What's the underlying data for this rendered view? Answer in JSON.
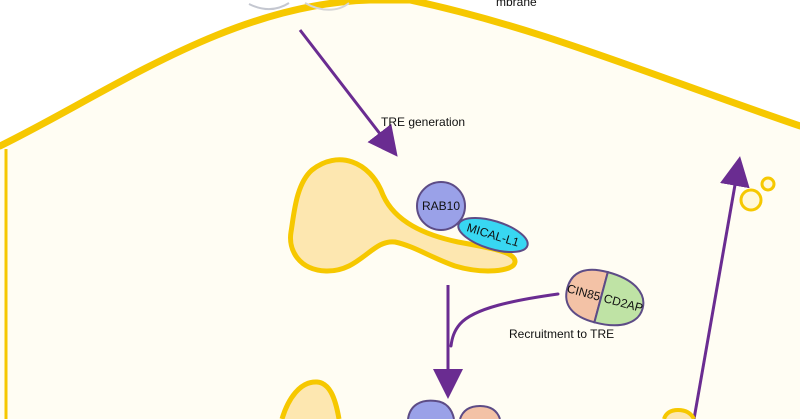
{
  "labels": {
    "membrane_partial": "mbrane",
    "tre_generation": "TRE generation",
    "recruitment": "Recruitment to TRE",
    "rab10": "RAB10",
    "mical_l1": "MICAL-L1",
    "cin85": "CIN85",
    "cd2ap": "CD2AP"
  },
  "colors": {
    "membrane": "#f6c800",
    "arrow": "#6a2c91",
    "cell_fill": "#fff2c2",
    "organelle_fill": "#fde7b0",
    "rab10": "#9aa1e8",
    "mical_l1": "#38d7f2",
    "cin85": "#f3c2a6",
    "cd2ap": "#bfe3a5",
    "outline": "#5d4c86"
  },
  "icons": {
    "arrow_head": "triangle-arrow",
    "vesicle": "circle-outline"
  }
}
